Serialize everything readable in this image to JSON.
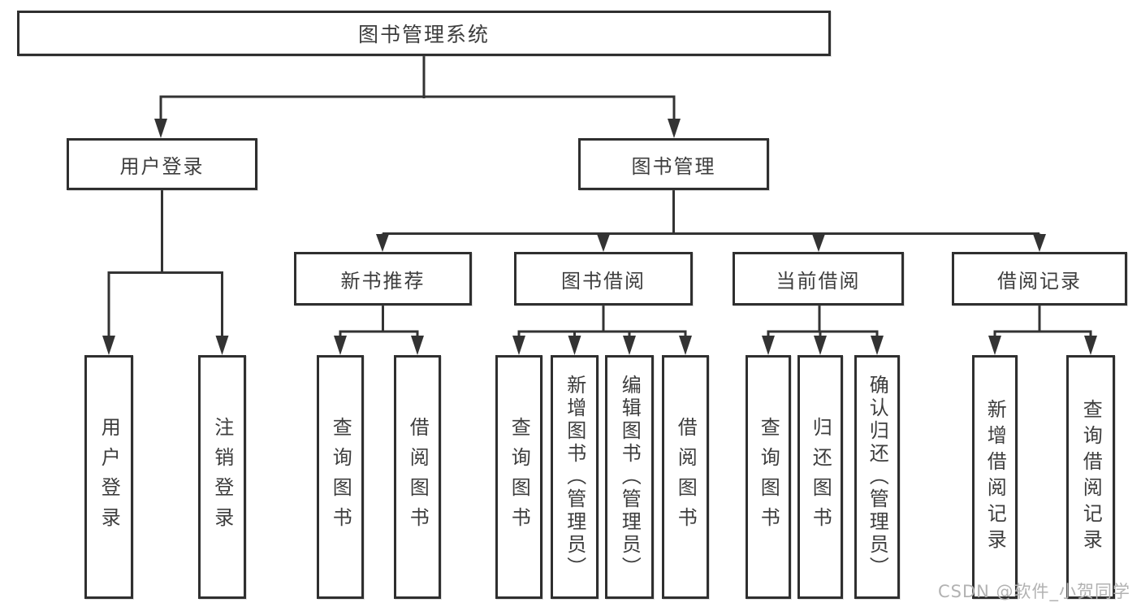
{
  "tree": {
    "label": "图书管理系统",
    "children": [
      {
        "label": "用户登录",
        "children": [
          {
            "label": "用户登录"
          },
          {
            "label": "注销登录"
          }
        ]
      },
      {
        "label": "图书管理",
        "children": [
          {
            "label": "新书推荐",
            "children": [
              {
                "label": "查询图书"
              },
              {
                "label": "借阅图书"
              }
            ]
          },
          {
            "label": "图书借阅",
            "children": [
              {
                "label": "查询图书"
              },
              {
                "label": "新增图书（管理员）"
              },
              {
                "label": "编辑图书（管理员）"
              },
              {
                "label": "借阅图书"
              }
            ]
          },
          {
            "label": "当前借阅",
            "children": [
              {
                "label": "查询图书"
              },
              {
                "label": "归还图书"
              },
              {
                "label": "确认归还（管理员）"
              }
            ]
          },
          {
            "label": "借阅记录",
            "children": [
              {
                "label": "新增借阅记录"
              },
              {
                "label": "查询借阅记录"
              }
            ]
          }
        ]
      }
    ]
  },
  "watermark": "CSDN @软件_小贺同学",
  "colors": {
    "line": "#333333",
    "box_border": "#2f2f2f",
    "text": "#3d3d3d",
    "watermark": "#b2b2b2",
    "background": "#ffffff"
  }
}
